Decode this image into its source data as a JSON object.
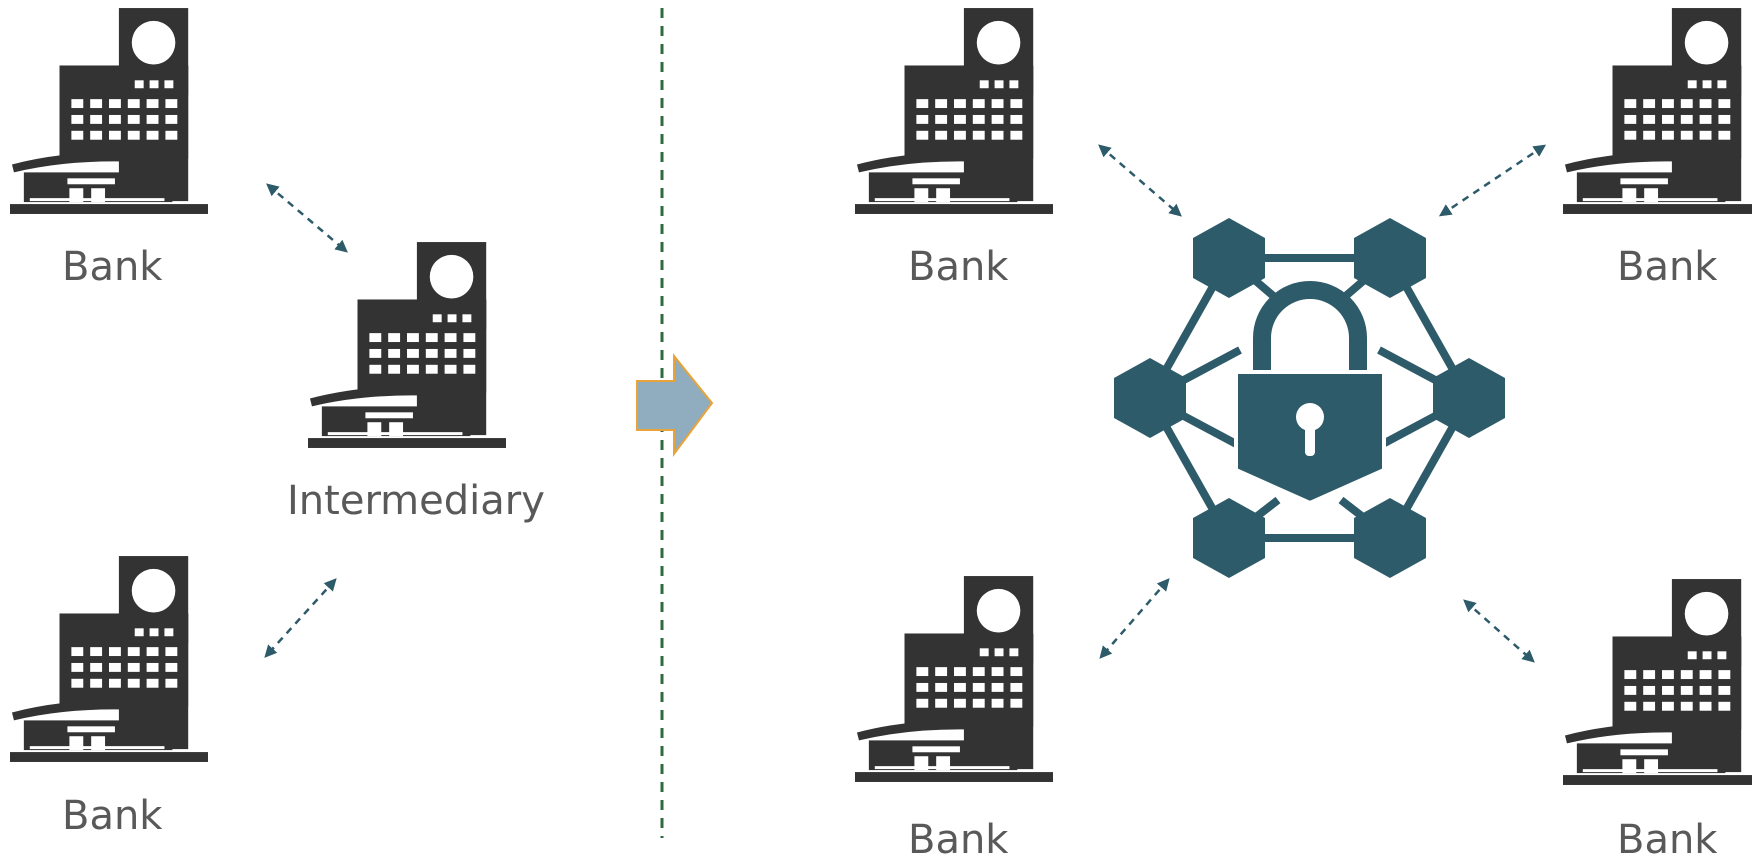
{
  "colors": {
    "building": "#333333",
    "label": "#595959",
    "network": "#2d5b6a",
    "connector": "#2d5b6a",
    "divider": "#2e6b3d",
    "arrow_fill": "#8fadbf",
    "arrow_stroke": "#e8a33a"
  },
  "left": {
    "bank_top": {
      "label": "Bank",
      "icon": "bank-building-icon"
    },
    "intermediary": {
      "label": "Intermediary",
      "icon": "bank-building-icon"
    },
    "bank_bottom": {
      "label": "Bank",
      "icon": "bank-building-icon"
    }
  },
  "right": {
    "bank_top_left": {
      "label": "Bank",
      "icon": "bank-building-icon"
    },
    "bank_top_right": {
      "label": "Bank",
      "icon": "bank-building-icon"
    },
    "bank_bottom_left": {
      "label": "Bank",
      "icon": "bank-building-icon"
    },
    "bank_bottom_right": {
      "label": "Bank",
      "icon": "bank-building-icon"
    },
    "network_icon": "blockchain-lock-network-icon"
  },
  "transition_arrow_icon": "right-arrow-icon"
}
